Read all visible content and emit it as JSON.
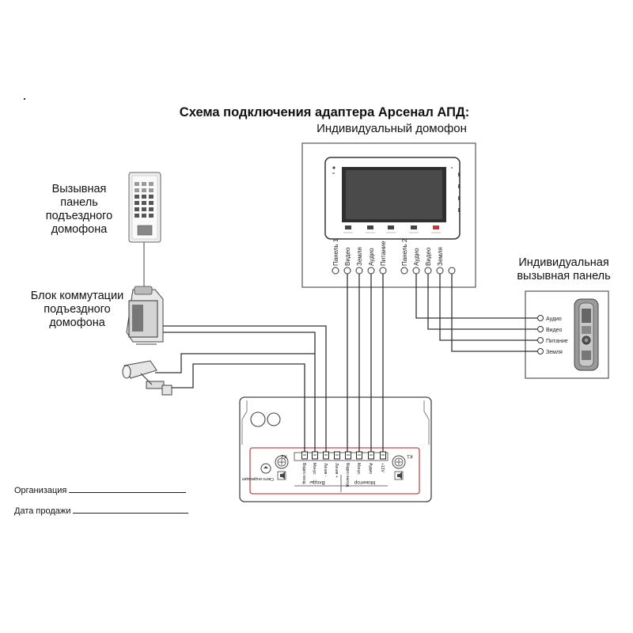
{
  "title": "Схема подключения адаптера Арсенал АПД:",
  "intercom": {
    "label": "Индивидуальный домофон",
    "ports": [
      "Панель 1",
      "Видео",
      "Земля",
      "Аудио",
      "Питание",
      "Панель 2",
      "Аудио",
      "Видео",
      "Земля"
    ],
    "buttons": [
      "",
      "",
      "",
      "",
      ""
    ]
  },
  "call_panel": {
    "label": "Вызывная панель подъездного домофона"
  },
  "switch_unit": {
    "label": "Блок коммутации подъездного домофона"
  },
  "individual_panel": {
    "label": "Индивидуальная вызывная панель",
    "terminals": [
      "Аудио",
      "Видео",
      "Питание",
      "Земля"
    ]
  },
  "adapter": {
    "terminals": [
      "Видео вход",
      "Минус",
      "Линия -",
      "Линия +",
      "Видео выход",
      "Минус",
      "Аудио",
      "+12V"
    ],
    "groups": [
      "Входы",
      "Монитор"
    ],
    "indicator": "Свето индикация",
    "k2": "K2",
    "k1": "K1"
  },
  "form": {
    "organization": "Организация",
    "sale_date": "Дата продажи"
  }
}
